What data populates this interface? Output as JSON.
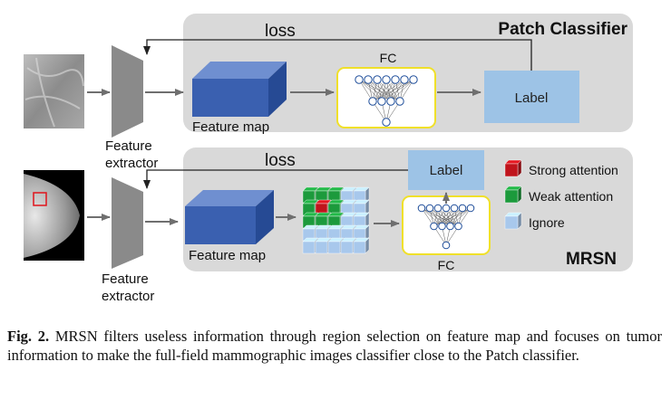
{
  "top_panel": {
    "title": "Patch Classifier",
    "loss_label": "loss",
    "feature_map_label": "Feature map",
    "fc_label": "FC",
    "output_label": "Label",
    "extractor_label_line1": "Feature",
    "extractor_label_line2": "extractor"
  },
  "bottom_panel": {
    "title": "MRSN",
    "loss_label": "loss",
    "feature_map_label": "Feature map",
    "fc_label": "FC",
    "output_label": "Label",
    "extractor_label_line1": "Feature",
    "extractor_label_line2": "extractor",
    "legend": [
      {
        "label": "Strong attention",
        "color": "#c0141c"
      },
      {
        "label": "Weak attention",
        "color": "#1c9a3c"
      },
      {
        "label": "Ignore",
        "color": "#a8c8ec"
      }
    ]
  },
  "colors": {
    "panel_bg": "#d9d9d9",
    "feature_map": "#3a60b0",
    "extractor": "#8a8a8a",
    "label_box": "#9dc3e6",
    "fc_border": "#f0e02a",
    "arrow": "#6f6f6f"
  },
  "caption": {
    "prefix": "Fig. 2.",
    "text": "MRSN filters useless information through region selection on feature map and focuses on tumor information to make the full-field mammographic images classifier close to the Patch classifier."
  }
}
